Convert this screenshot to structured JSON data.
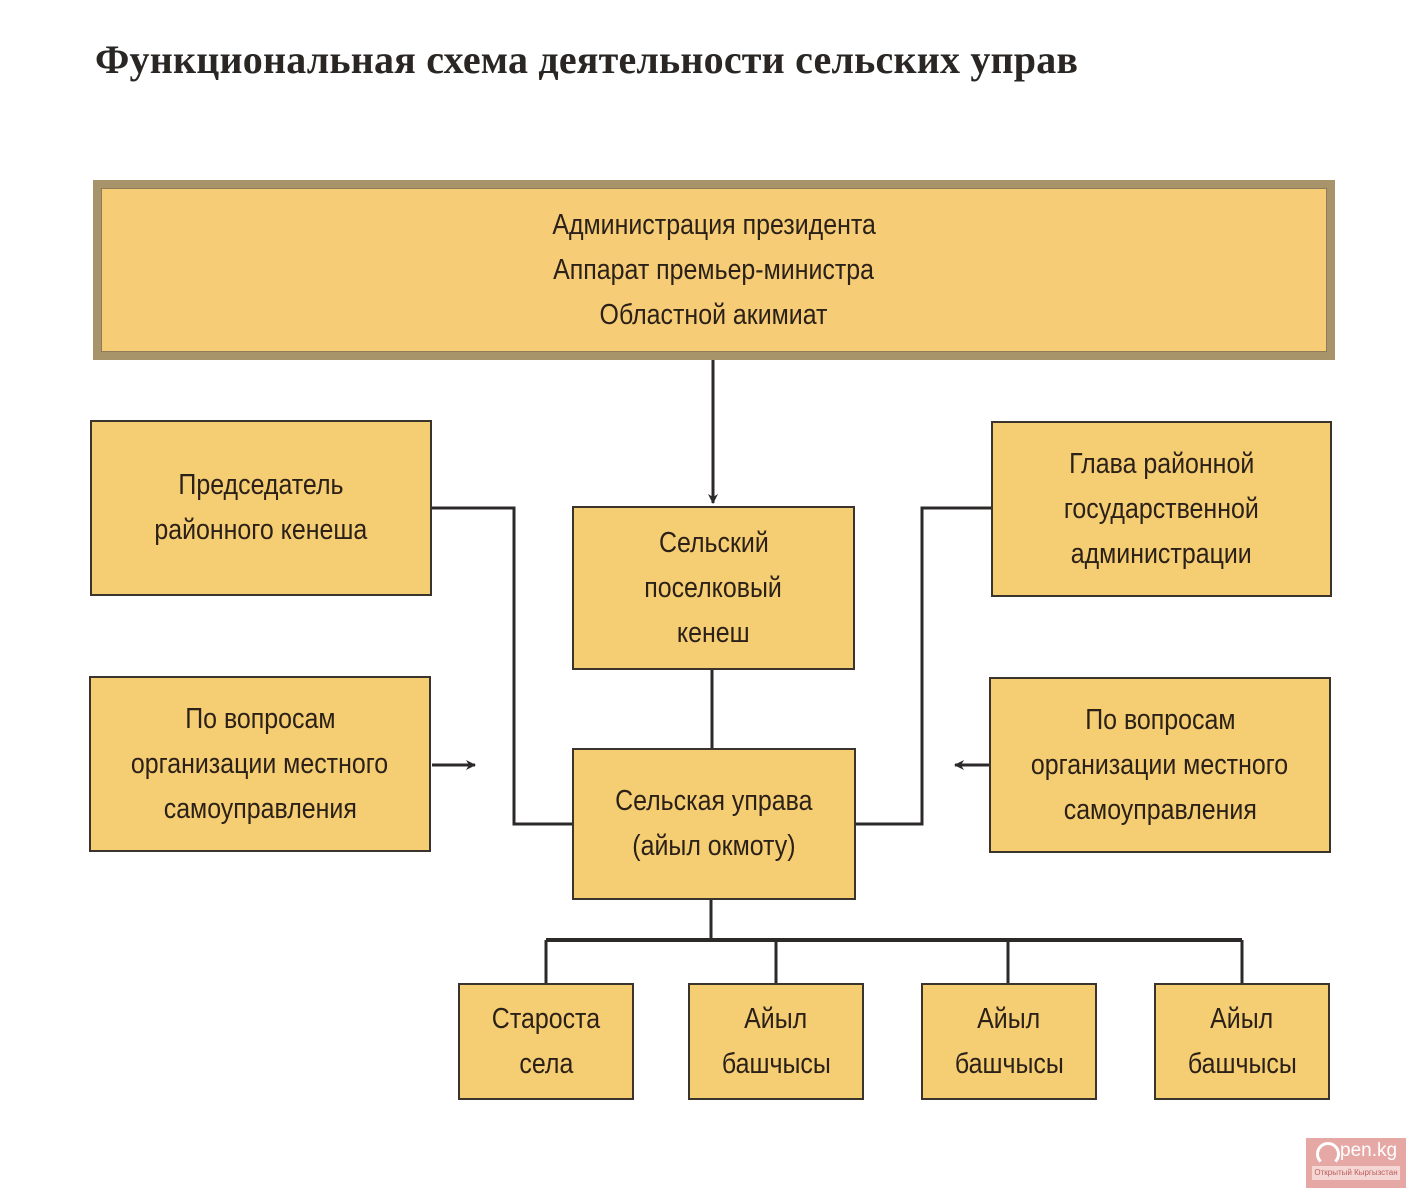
{
  "title": "Функциональная схема деятельности сельских управ",
  "diagram": {
    "top": {
      "lines": [
        "Администрация президента",
        "Аппарат премьер-министра",
        "Областной акимиат"
      ]
    },
    "left_upper": {
      "lines": [
        "Председатель",
        "районного кенеша"
      ]
    },
    "left_lower": {
      "lines": [
        "По вопросам",
        "организации местного",
        "самоуправления"
      ]
    },
    "center_upper": {
      "lines": [
        "Сельский",
        "поселковый",
        "кенеш"
      ]
    },
    "center_lower": {
      "lines": [
        "Сельская управа",
        "(айыл окмоту)"
      ]
    },
    "right_upper": {
      "lines": [
        "Глава районной",
        "государственной",
        "администрации"
      ]
    },
    "right_lower": {
      "lines": [
        "По вопросам",
        "организации местного",
        "самоуправления"
      ]
    },
    "bottom": [
      {
        "lines": [
          "Староста",
          "села"
        ]
      },
      {
        "lines": [
          "Айыл",
          "башчысы"
        ]
      },
      {
        "lines": [
          "Айыл",
          "башчысы"
        ]
      },
      {
        "lines": [
          "Айыл",
          "башчысы"
        ]
      }
    ],
    "colors": {
      "box_fill": "#f5cd73",
      "top_border": "#a8946a",
      "line": "#2c2a28"
    }
  },
  "watermark": {
    "brand": "pen.kg",
    "subtitle": "Открытый Кыргызстан"
  }
}
